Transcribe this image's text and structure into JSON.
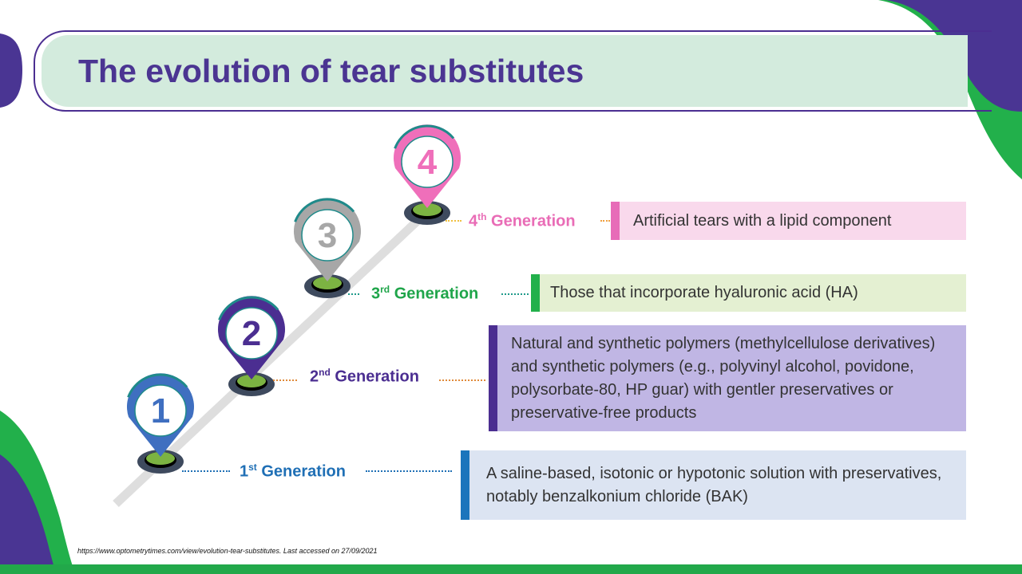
{
  "title": "The evolution of tear substitutes",
  "generations": [
    {
      "number": "1",
      "ordinal": "1",
      "suffix": "st",
      "label": "Generation",
      "description": "A saline-based, isotonic or hypotonic solution with preservatives, notably benzalkonium chloride (BAK)",
      "color": "#1f6fb5",
      "pin_color": "#3f6fc0",
      "box_color": "#dce4f2"
    },
    {
      "number": "2",
      "ordinal": "2",
      "suffix": "nd",
      "label": "Generation",
      "description": "Natural and synthetic polymers (methylcellulose derivatives) and synthetic polymers (e.g., polyvinyl alcohol, povidone, polysorbate-80, HP guar) with gentler preservatives or preservative-free products",
      "color": "#4b2e91",
      "pin_color": "#4b2e91",
      "box_color": "#c0b6e4"
    },
    {
      "number": "3",
      "ordinal": "3",
      "suffix": "rd",
      "label": "Generation",
      "description": "Those that incorporate hyaluronic acid (HA)",
      "color": "#1fa54a",
      "pin_color": "#a7a7a7",
      "box_color": "#e4f0d2"
    },
    {
      "number": "4",
      "ordinal": "4",
      "suffix": "th",
      "label": "Generation",
      "description": "Artificial tears with a lipid component",
      "color": "#e96cb6",
      "pin_color": "#ef6fba",
      "box_color": "#f9d9ec"
    }
  ],
  "footnote": "https://www.optometrytimes.com/view/evolution-tear-substitutes. Last accessed on 27/09/2021"
}
